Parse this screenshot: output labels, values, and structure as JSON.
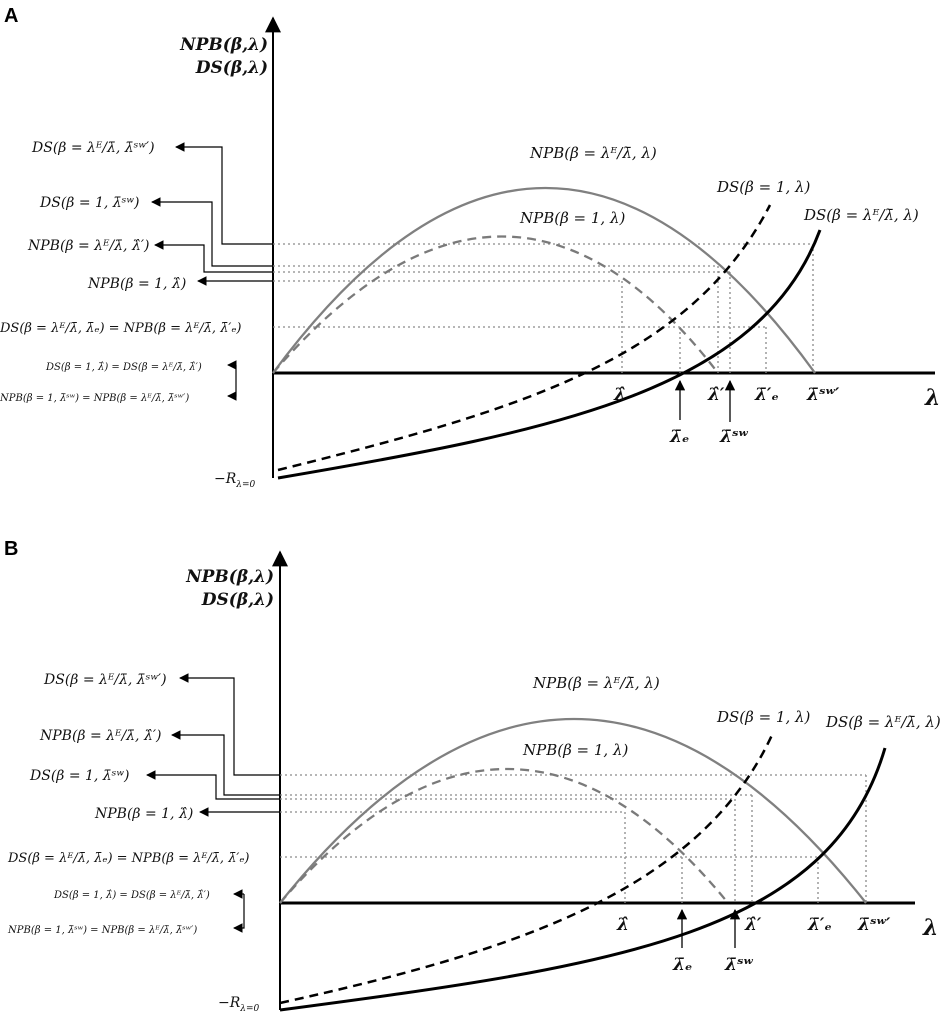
{
  "colors": {
    "axis": "#000000",
    "npb_solid": "#808080",
    "npb_dashed": "#7a7a7a",
    "ds_lines": "#000000",
    "guides": "#8a8a8a"
  },
  "panels": [
    {
      "id": "A",
      "label": "A",
      "y_axis_label_1": "NPB(β,λ)",
      "y_axis_label_2": "DS(β,λ)",
      "x_axis_label": "λ",
      "intercept_label": "−R",
      "intercept_sub": "λ=0",
      "curve_labels": {
        "npb_beta_lambda": "NPB(β = λᴱ/λ̄, λ)",
        "npb_one": "NPB(β = 1, λ)",
        "ds_one": "DS(β = 1, λ)",
        "ds_beta_lambda": "DS(β = λᴱ/λ̄, λ)"
      },
      "left_labels": [
        "DS(β = λᴱ/λ̄, λ̄ˢʷ′)",
        "DS(β = 1, λ̄ˢʷ)",
        "NPB(β = λᴱ/λ̄, λ̂′)",
        "NPB(β = 1, λ̂)",
        "DS(β = λᴱ/λ̄, λ̄ₑ) = NPB(β = λᴱ/λ̄, λ̄′ₑ)",
        "DS(β = 1, λ̂) = DS(β = λᴱ/λ̄, λ̂′)",
        "NPB(β = 1, λ̄ˢʷ) = NPB(β = λᴱ/λ̄, λ̄ˢʷ′)"
      ],
      "x_marks_on_axis": [
        "λ̂",
        "λ̂′",
        "λ̄′ₑ",
        "λ̄ˢʷ′"
      ],
      "x_marks_arrows": [
        "λ̄ₑ",
        "λ̄ˢʷ"
      ]
    },
    {
      "id": "B",
      "label": "B",
      "y_axis_label_1": "NPB(β,λ)",
      "y_axis_label_2": "DS(β,λ)",
      "x_axis_label": "λ",
      "intercept_label": "−R",
      "intercept_sub": "λ=0",
      "curve_labels": {
        "npb_beta_lambda": "NPB(β = λᴱ/λ̄, λ)",
        "npb_one": "NPB(β = 1, λ)",
        "ds_one": "DS(β = 1, λ)",
        "ds_beta_lambda": "DS(β = λᴱ/λ̄, λ)"
      },
      "left_labels": [
        "DS(β = λᴱ/λ̄, λ̄ˢʷ′)",
        "NPB(β = λᴱ/λ̄, λ̂′)",
        "DS(β = 1, λ̄ˢʷ)",
        "NPB(β = 1, λ̂)",
        "DS(β = λᴱ/λ̄, λ̄ₑ) = NPB(β = λᴱ/λ̄, λ̄′ₑ)",
        "DS(β = 1, λ̂) = DS(β = λᴱ/λ̄, λ̂′)",
        "NPB(β = 1, λ̄ˢʷ) = NPB(β = λᴱ/λ̄, λ̄ˢʷ′)"
      ],
      "x_marks_on_axis": [
        "λ̂",
        "λ̂′",
        "λ̄′ₑ",
        "λ̄ˢʷ′"
      ],
      "x_marks_arrows": [
        "λ̄ₑ",
        "λ̄ˢʷ"
      ]
    }
  ]
}
